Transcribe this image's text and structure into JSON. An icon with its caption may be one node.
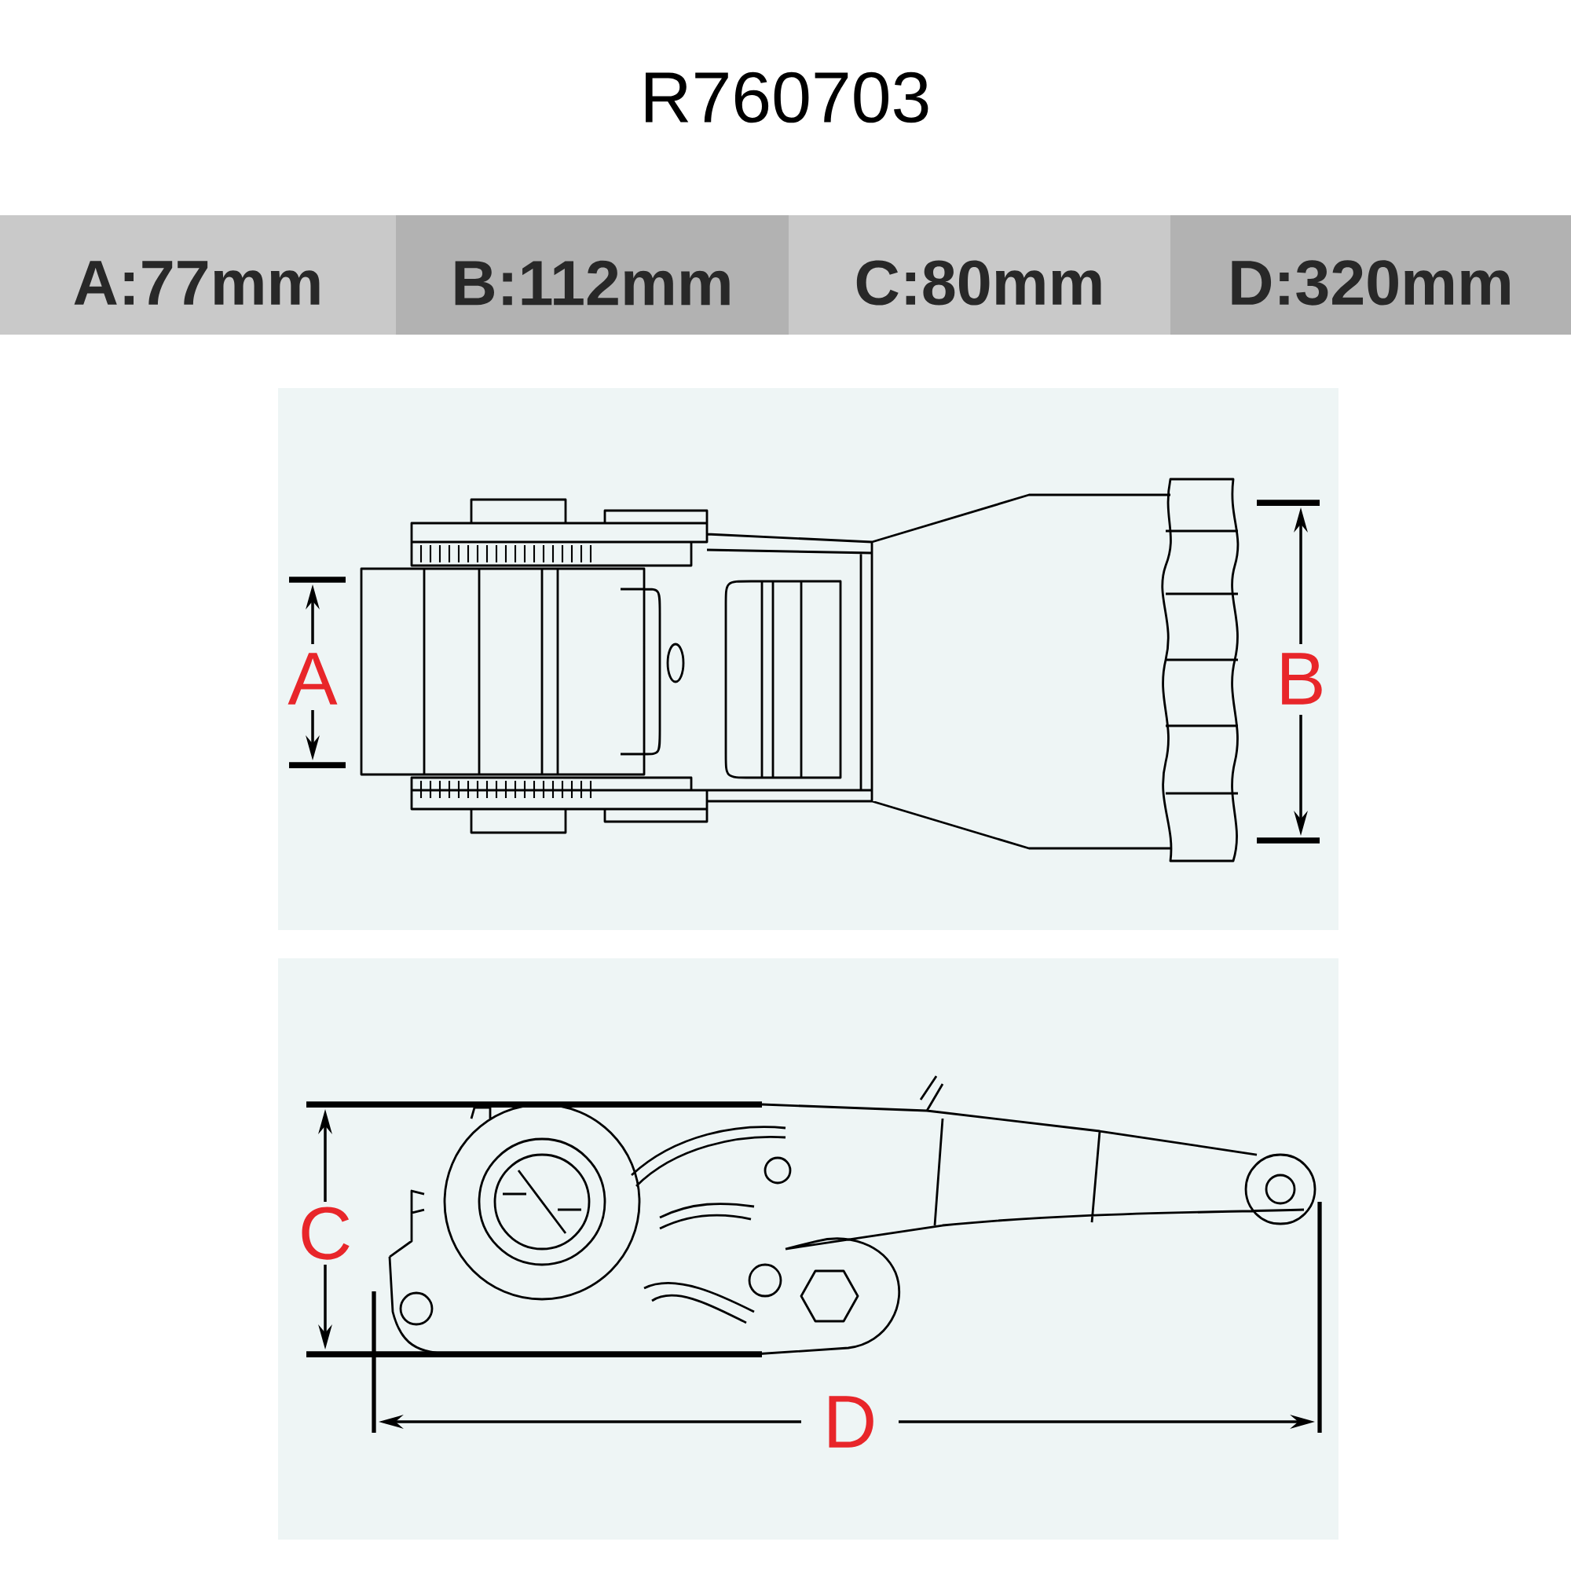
{
  "diagram": {
    "title": "R760703",
    "labels": [
      "A:77mm",
      "B:112mm",
      "C:80mm",
      "D:320mm",
      "A",
      "B",
      "C",
      "D"
    ]
  }
}
